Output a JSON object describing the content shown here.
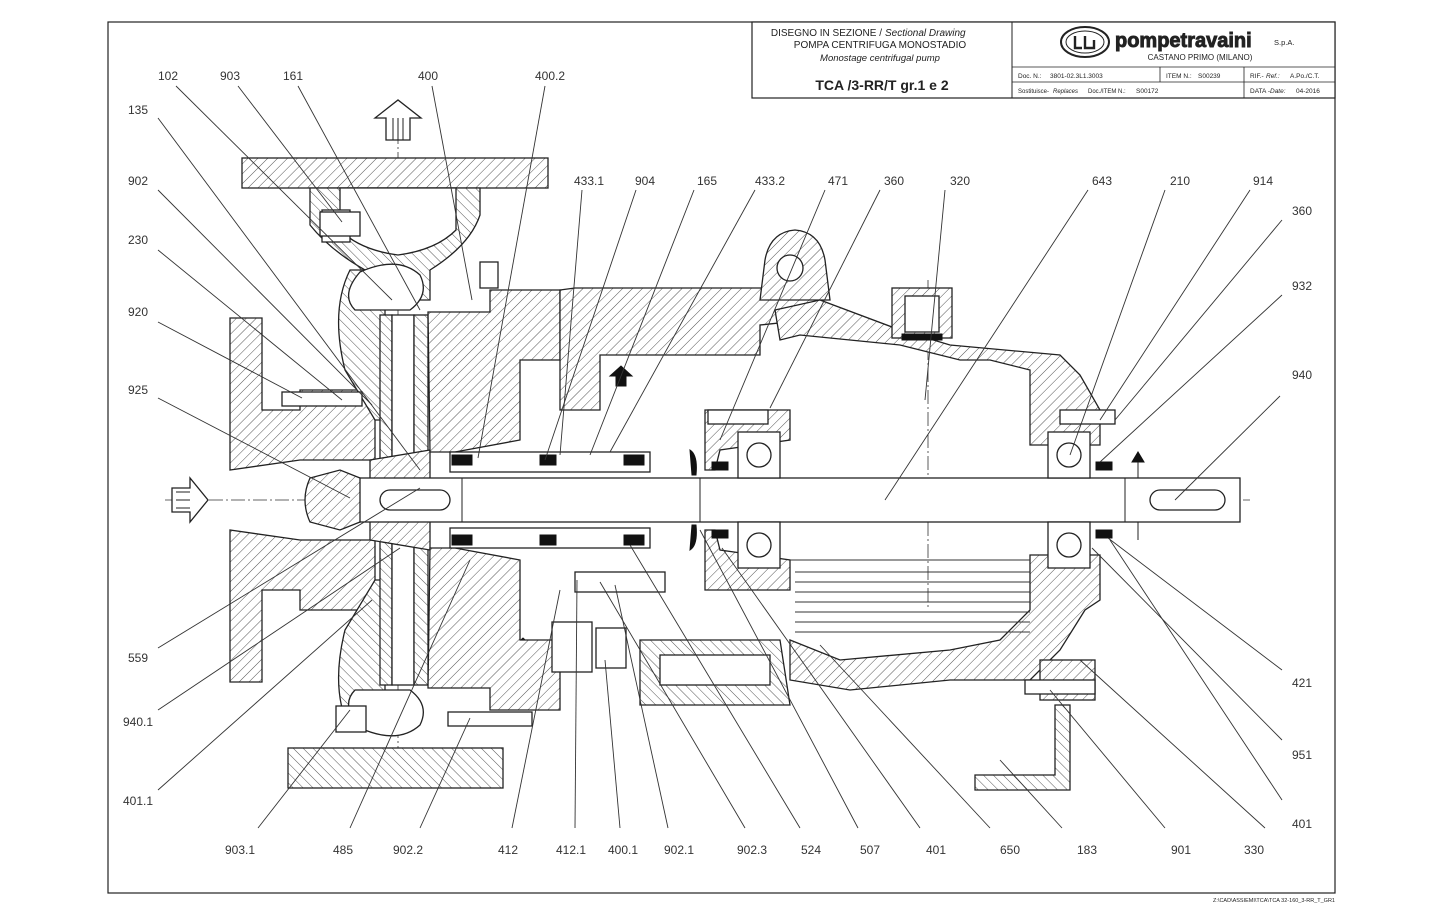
{
  "title_block": {
    "heading_it": "DISEGNO IN SEZIONE /",
    "heading_en": "Sectional Drawing",
    "subtitle_it": "POMPA CENTRIFUGA MONOSTADIO",
    "subtitle_en": "Monostage centrifugal pump",
    "model": "TCA /3-RR/T gr.1 e 2",
    "company": "pompetravaini",
    "company_suffix": "S.p.A.",
    "location": "CASTANO PRIMO  (MILANO)",
    "doc_label": "Doc. N.:",
    "doc_value": "3801-02.3L1.3003",
    "item_label": "ITEM N.:",
    "item_value": "S00239",
    "ref_label_it": "RIF.-",
    "ref_label_en": "Ref.:",
    "ref_value": "A.Po./C.T.",
    "replaces_label_it": "Sostituisce-",
    "replaces_label_en": "Replaces",
    "replaces_label_tail": "Doc./ITEM N.:",
    "replaces_value": "S00172",
    "date_label_it": "DATA -",
    "date_label_en": "Date:",
    "date_value": "04-2016"
  },
  "file_path": "Z:\\CAD\\ASSIEMI\\TCA\\TCA 32-160_3-RR_T_GR1",
  "part_labels": {
    "top": [
      "102",
      "903",
      "161",
      "400",
      "400.2",
      "433.1",
      "904",
      "165",
      "433.2",
      "471",
      "360",
      "320",
      "643",
      "210",
      "914"
    ],
    "left": [
      "135",
      "902",
      "230",
      "920",
      "925",
      "559",
      "940.1",
      "401.1"
    ],
    "right": [
      "360",
      "932",
      "940",
      "421",
      "951",
      "401"
    ],
    "bottom": [
      "903.1",
      "485",
      "902.2",
      "412",
      "412.1",
      "400.1",
      "902.1",
      "902.3",
      "524",
      "507",
      "401",
      "650",
      "183",
      "901",
      "330"
    ]
  }
}
